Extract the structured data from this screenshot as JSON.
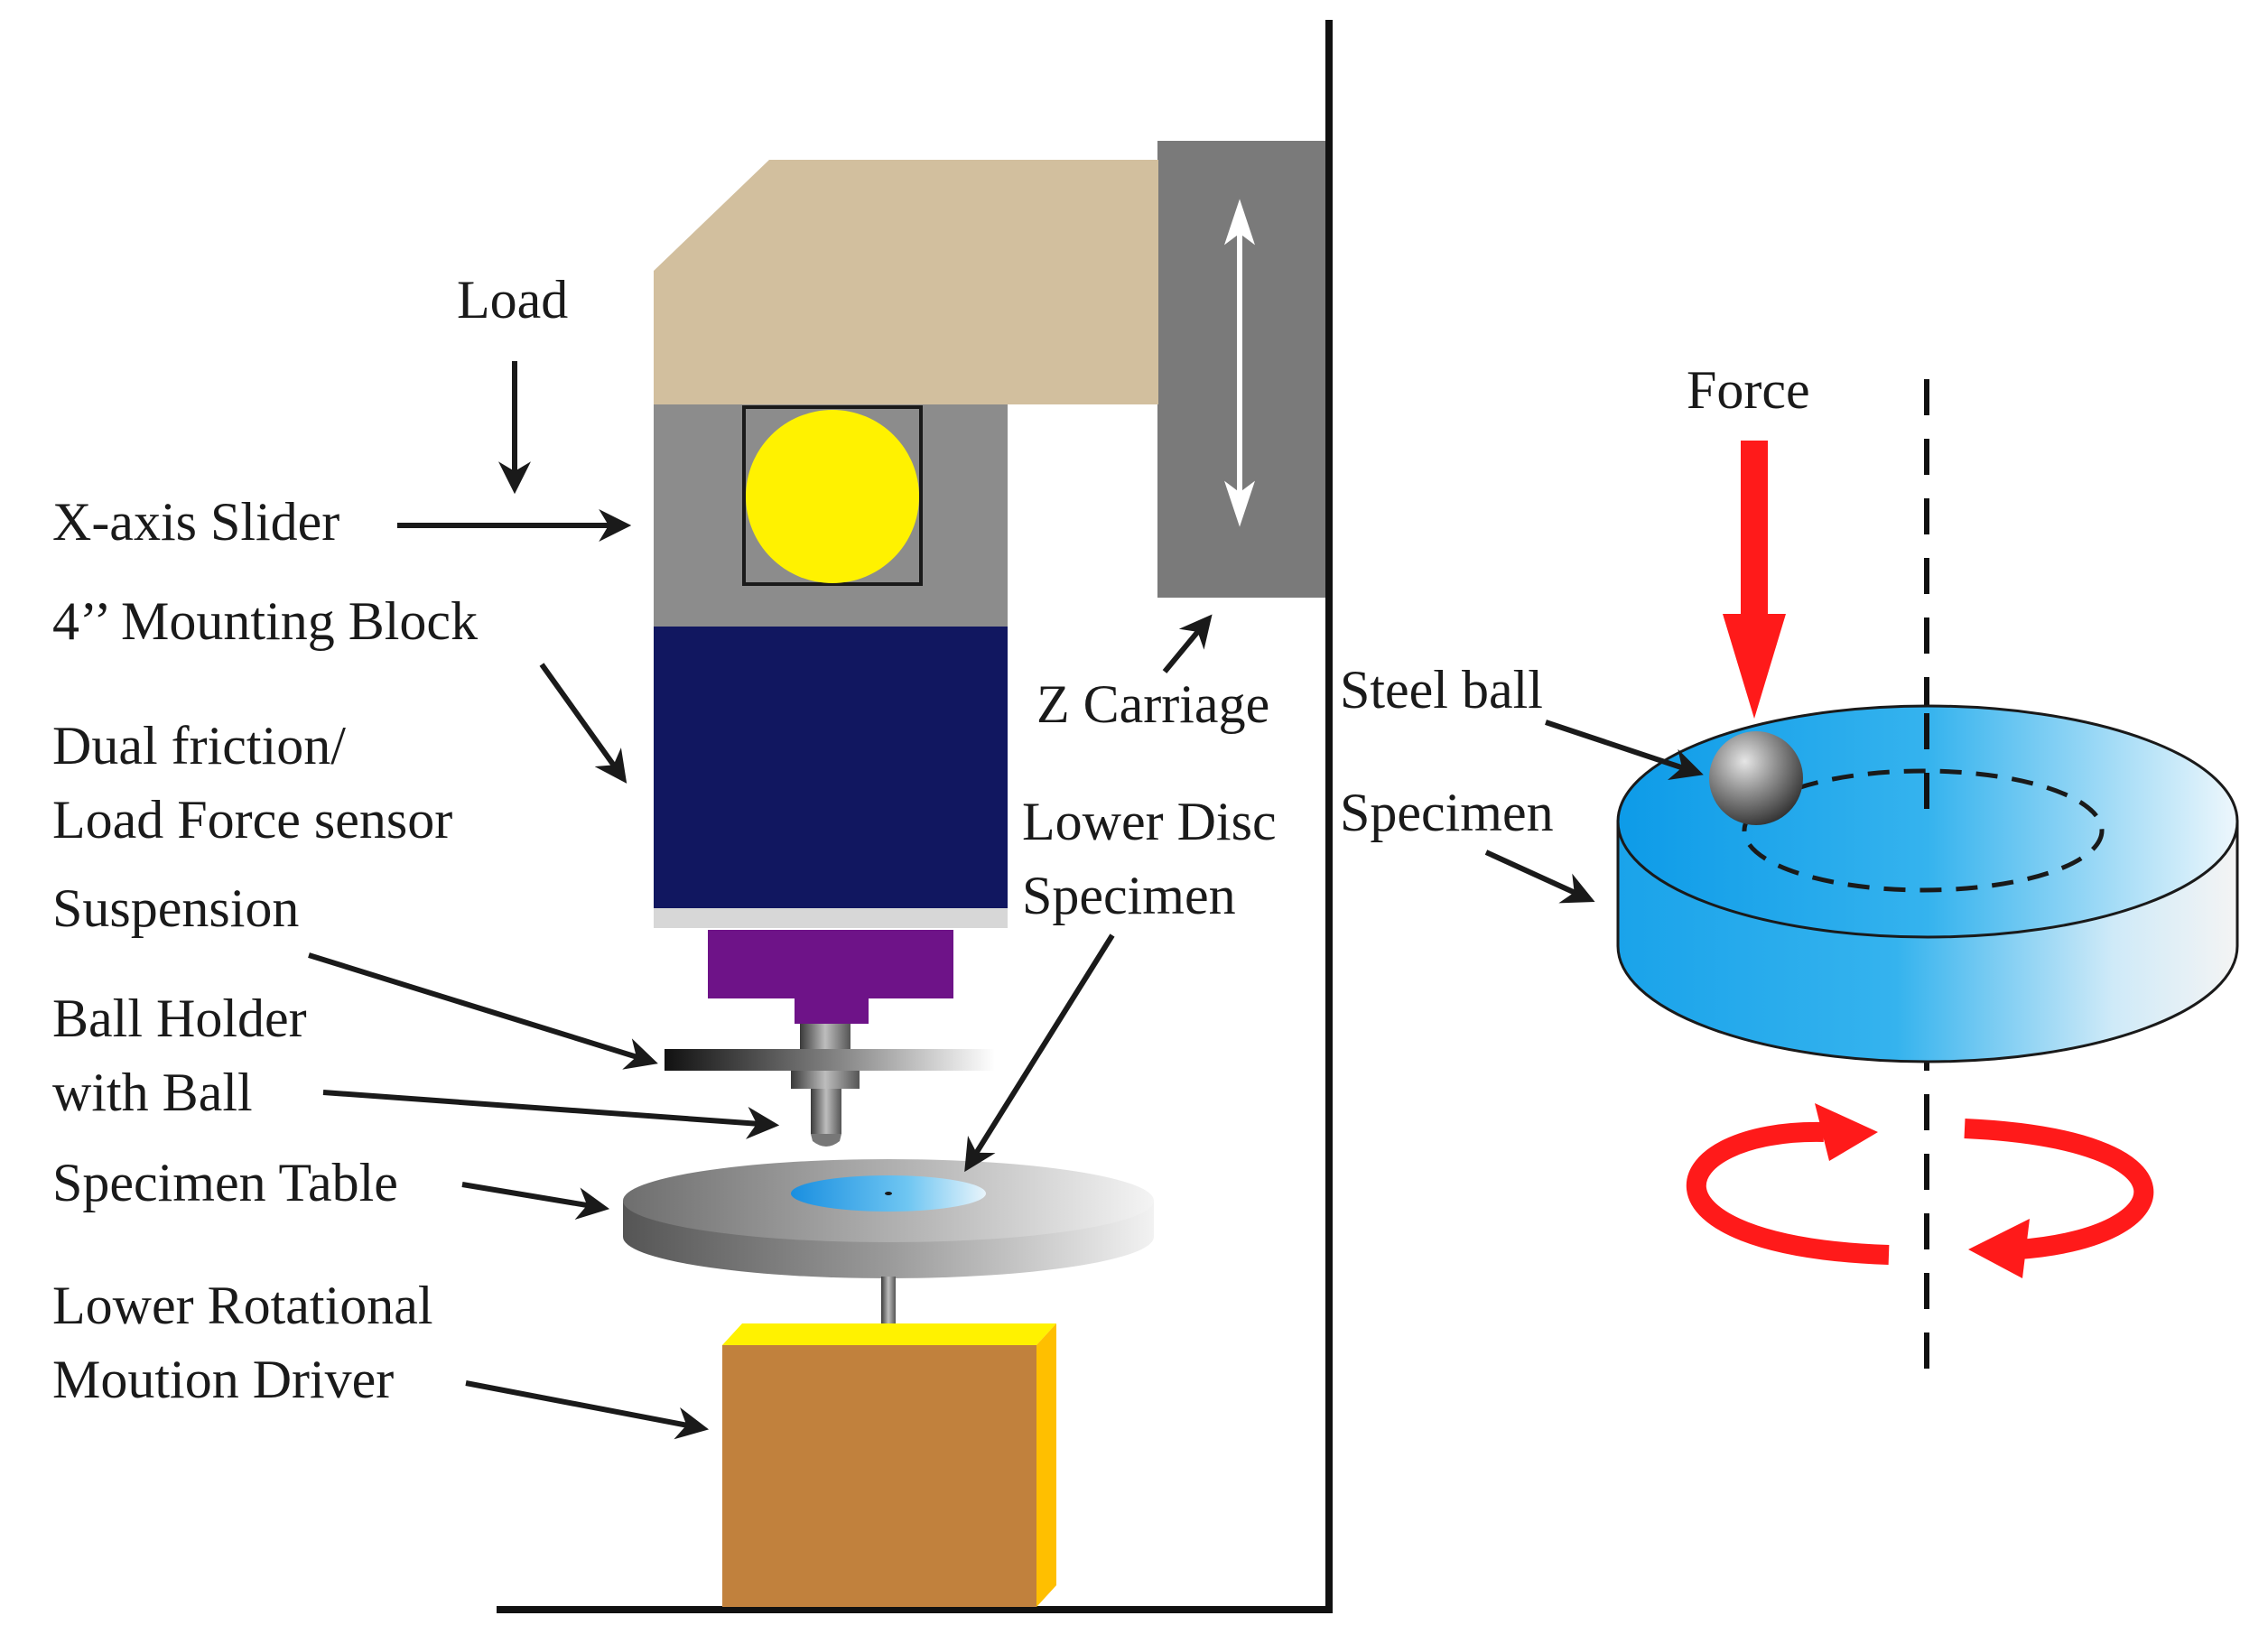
{
  "labels": {
    "load": "Load",
    "x_axis_slider": "X-axis Slider",
    "mounting_block": "4’’ Mounting Block",
    "sensor_line1": "Dual friction/",
    "sensor_line2": "Load Force sensor",
    "suspension": "Suspension",
    "ball_holder_line1": "Ball Holder",
    "ball_holder_line2": "with Ball",
    "specimen_table": "Specimen Table",
    "driver_line1": "Lower Rotational",
    "driver_line2": "Moution Driver",
    "z_carriage": "Z Carriage",
    "lower_disc_line1": "Lower Disc",
    "lower_disc_line2": "Specimen",
    "force": "Force",
    "steel_ball": "Steel ball",
    "specimen": "Specimen"
  },
  "colors": {
    "arm": "#d2bf9e",
    "slider": "#8c8c8c",
    "yellow_disk": "#fff200",
    "sensor": "#111760",
    "light_strip": "#d7d7d7",
    "purple_block": "#6e1388",
    "z_carriage": "#7a7a7a",
    "specimen_blue": "#1aa3ea",
    "driver_front": "#c1813d",
    "driver_side": "#ffbf00",
    "driver_top": "#fff200",
    "force_arrow": "#ff1a1a",
    "rotation_arrow": "#ff1a1a",
    "frame": "#111111"
  }
}
